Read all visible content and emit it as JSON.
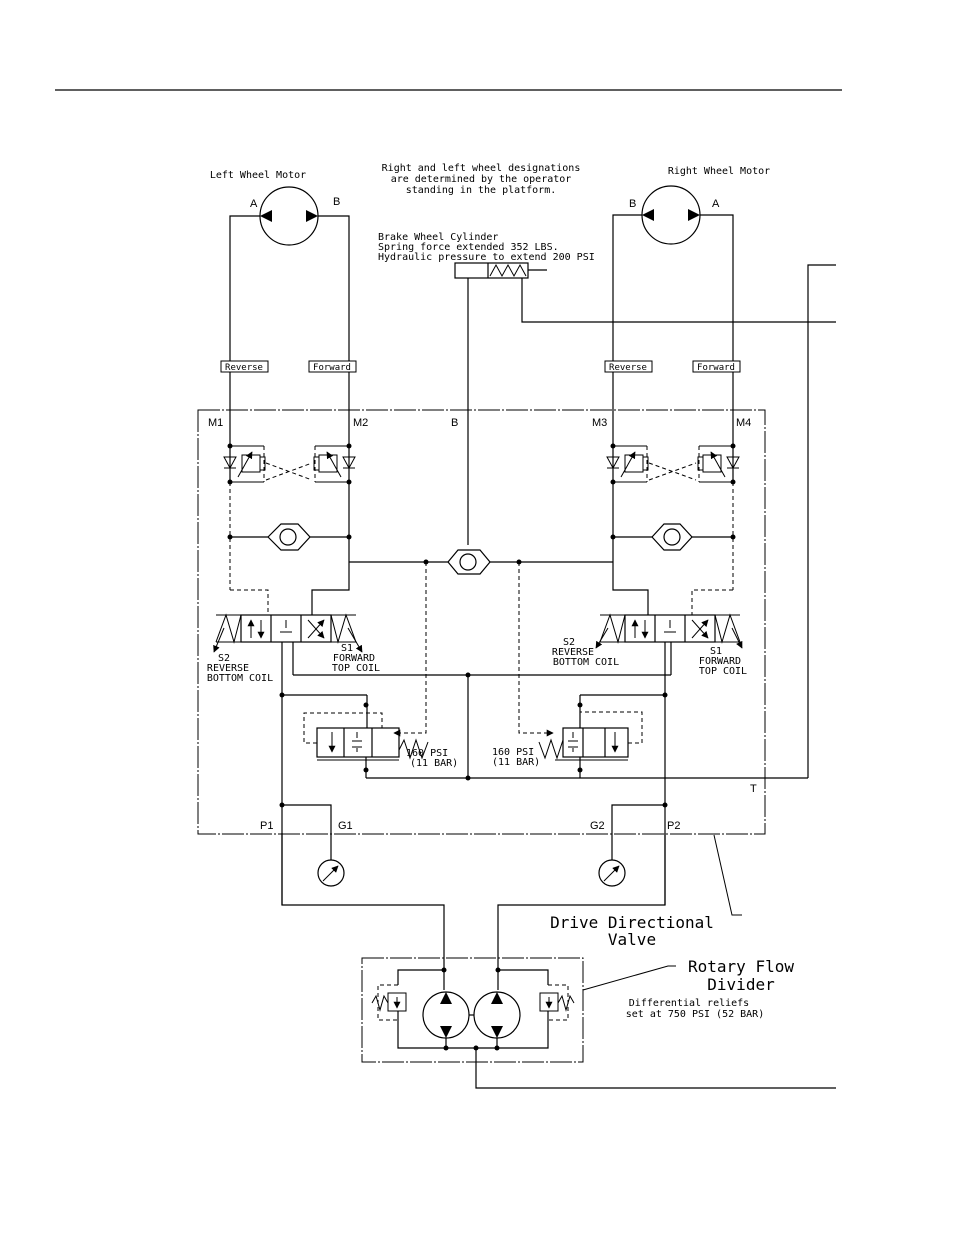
{
  "header_rule": true,
  "note": {
    "line1": "Right and left wheel designations",
    "line2": "are determined by the operator",
    "line3": "standing in the platform."
  },
  "left_motor": {
    "title": "Left Wheel Motor",
    "port_a": "A",
    "port_b": "B"
  },
  "right_motor": {
    "title": "Right Wheel Motor",
    "port_a": "A",
    "port_b": "B"
  },
  "brake": {
    "line1": "Brake Wheel Cylinder",
    "line2": "Spring force extended 352 LBS.",
    "line3": "Hydraulic pressure to extend 200 PSI"
  },
  "tags": {
    "reverse": "Reverse",
    "forward": "Forward"
  },
  "valve_ports": {
    "m1": "M1",
    "m2": "M2",
    "b": "B",
    "m3": "M3",
    "m4": "M4",
    "t": "T",
    "p1": "P1",
    "g1": "G1",
    "g2": "G2",
    "p2": "P2"
  },
  "left_coils": {
    "s2_a": "S2",
    "s2_b": "REVERSE",
    "s2_c": "BOTTOM COIL",
    "s1_a": "S1",
    "s1_b": "FORWARD",
    "s1_c": "TOP COIL"
  },
  "right_coils": {
    "s2_a": "S2",
    "s2_b": "REVERSE",
    "s2_c": "BOTTOM COIL",
    "s1_a": "S1",
    "s1_b": "FORWARD",
    "s1_c": "TOP COIL"
  },
  "relief_left": {
    "psi": "160 PSI",
    "bar": "(11 BAR)"
  },
  "relief_right": {
    "psi": "160 PSI",
    "bar": "(11 BAR)"
  },
  "drive_valve": {
    "line1": "Drive Directional",
    "line2": "Valve"
  },
  "flow_divider": {
    "line1": "Rotary Flow",
    "line2": "Divider"
  },
  "diff_reliefs": {
    "line1": "Differential reliefs",
    "line2": "set at 750 PSI (52 BAR)"
  }
}
